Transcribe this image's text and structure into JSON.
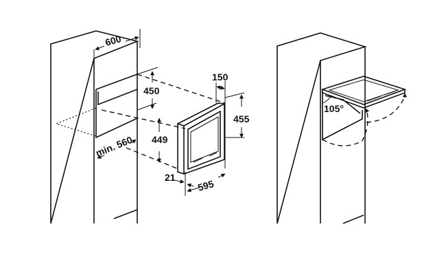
{
  "diagram": {
    "dimensions": {
      "cabinet_width": "600",
      "niche_height": "450",
      "niche_depth": "min. 560",
      "opening_height": "449",
      "panel_depth": "150",
      "device_height": "455",
      "front_offset": "21",
      "device_width": "595",
      "door_angle": "105°"
    }
  }
}
